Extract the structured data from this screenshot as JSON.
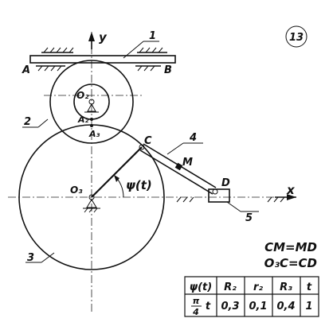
{
  "diagram": {
    "problem_number": "13",
    "axis_y": "y",
    "axis_x": "x",
    "points": {
      "A": "A",
      "B": "B",
      "O2": "O₂",
      "A2": "A₂",
      "A3": "A₃",
      "O3": "O₃",
      "C": "C",
      "M": "M",
      "D": "D"
    },
    "angle_label": "ψ(t)",
    "part_labels": [
      "1",
      "2",
      "3",
      "4",
      "5"
    ],
    "conditions": [
      "CM=MD",
      "O₃C=CD"
    ],
    "table": {
      "headers": [
        "ψ(t)",
        "R₂",
        "r₂",
        "R₃",
        "t"
      ],
      "row": [
        "π/4 t",
        "0,3",
        "0,1",
        "0,4",
        "1"
      ],
      "psi_numerator": "π",
      "psi_denominator": "4",
      "psi_var": "t"
    }
  }
}
